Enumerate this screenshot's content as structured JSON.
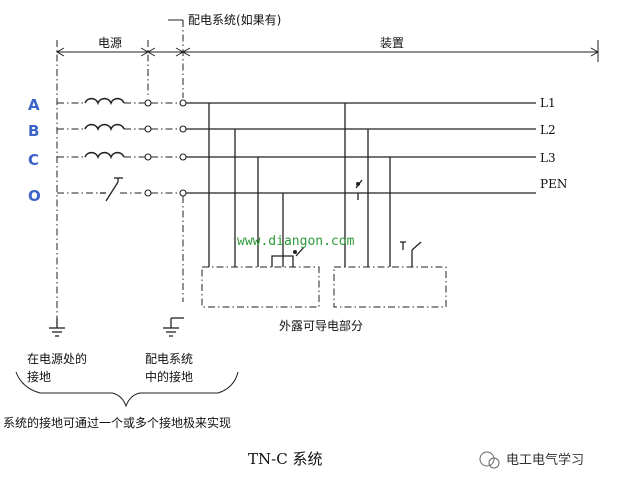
{
  "labels": {
    "source": "电源",
    "distribution": "配电系统(如果有)",
    "installation": "装置",
    "exposed_parts": "外露可导电部分",
    "earth_at_source_1": "在电源处的",
    "earth_at_source_2": "接地",
    "earth_in_distribution_1": "配电系统",
    "earth_in_distribution_2": "中的接地",
    "note": "系统的接地可通过一个或多个接地极来实现",
    "caption": "TN-C 系统",
    "website": "www.diangon.com",
    "watermark": "电工电气学习"
  },
  "phases": [
    "A",
    "B",
    "C",
    "O"
  ],
  "lines": [
    "L1",
    "L2",
    "L3",
    "PEN"
  ],
  "colors": {
    "phase_label": "#3b63c9",
    "website": "#2e9a3a",
    "line": "#222222"
  }
}
